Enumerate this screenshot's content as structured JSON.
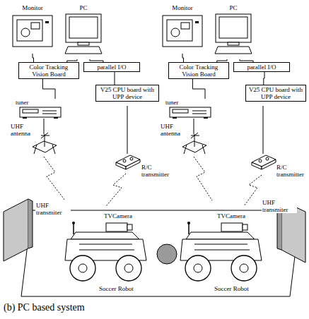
{
  "diagram": {
    "caption": "(b) PC based system",
    "nodes": [
      {
        "text": [
          "Monitor"
        ]
      },
      {
        "text": [
          "PC"
        ]
      },
      {
        "text": [
          "Color Tracking Vision Board"
        ]
      },
      {
        "text": [
          "parallel I/O"
        ]
      },
      {
        "text": [
          "V25 CPU board with UPP device"
        ]
      },
      {
        "text": [
          "tuner"
        ]
      },
      {
        "text": [
          "Monitor"
        ]
      },
      {
        "text": [
          "PC"
        ]
      },
      {
        "text": [
          "Color Tracking Vision Board"
        ]
      },
      {
        "text": [
          "parallel I/O"
        ]
      },
      {
        "text": [
          "V25 CPU board with UPP device"
        ]
      },
      {
        "text": [
          "tuner"
        ]
      }
    ],
    "edges": [
      {
        "from": 0,
        "to": 2,
        "arrow": "none"
      },
      {
        "from": 1,
        "to": 2,
        "arrow": "none"
      },
      {
        "from": 1,
        "to": 3,
        "arrow": "none"
      },
      {
        "from": 3,
        "to": 4,
        "arrow": "none"
      },
      {
        "from": 2,
        "to": 5,
        "arrow": "none"
      },
      {
        "from": 6,
        "to": 8,
        "arrow": "none"
      },
      {
        "from": 7,
        "to": 8,
        "arrow": "none"
      },
      {
        "from": 7,
        "to": 9,
        "arrow": "none"
      },
      {
        "from": 9,
        "to": 10,
        "arrow": "none"
      },
      {
        "from": 8,
        "to": 11,
        "arrow": "none"
      }
    ],
    "labels": [
      "UHF antenna",
      "R/C transmitter",
      "UHF antenna",
      "R/C transmitter",
      "UHF transmiter",
      "TVCamera",
      "TVCamera",
      "UHF transmiter",
      "Soccer Robot",
      "Soccer Robot"
    ]
  }
}
